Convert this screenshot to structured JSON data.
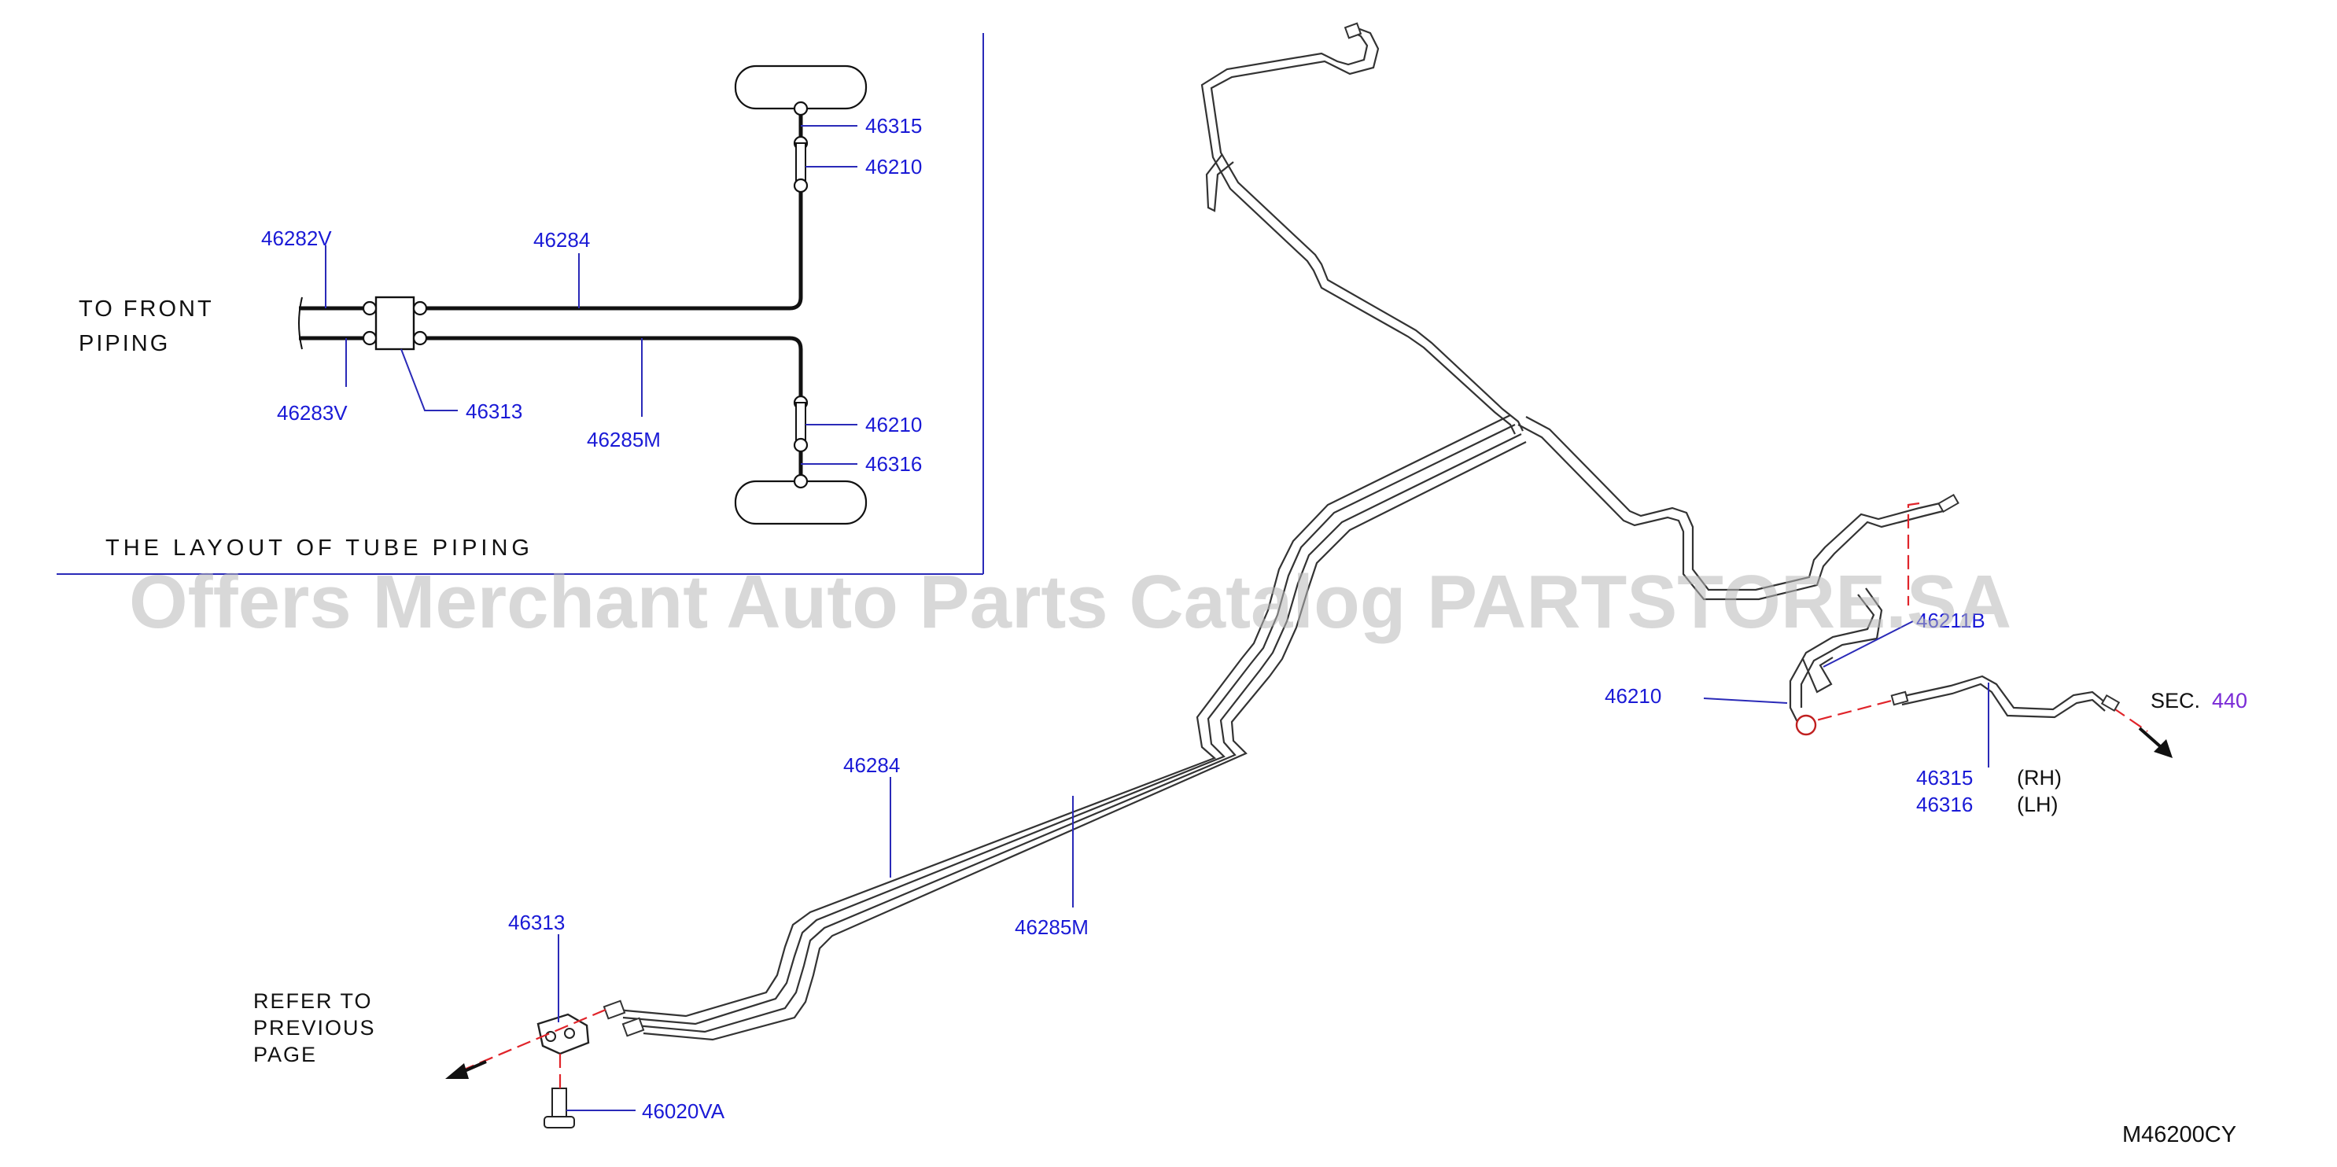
{
  "inset": {
    "title": "THE LAYOUT OF TUBE PIPING",
    "to_front_line1": "TO FRONT",
    "to_front_line2": "PIPING",
    "labels": {
      "p46315": "46315",
      "p46210_top": "46210",
      "p46282V": "46282V",
      "p46284": "46284",
      "p46283V": "46283V",
      "p46313": "46313",
      "p46285M": "46285M",
      "p46210_bot": "46210",
      "p46316": "46316"
    }
  },
  "main": {
    "labels": {
      "p46284": "46284",
      "p46285M": "46285M",
      "p46313": "46313",
      "p46020VA": "46020VA",
      "p46210": "46210",
      "p46211": "46211B",
      "p46315": "46315",
      "p46316": "46316",
      "rh": "(RH)",
      "lh": "(LH)",
      "sec_label": "SEC.",
      "sec_num": "440"
    },
    "refer_line1": "REFER TO",
    "refer_line2": "PREVIOUS",
    "refer_line3": "PAGE"
  },
  "diagram_code": "M46200CY",
  "watermark": "Offers Merchant Auto Parts Catalog PARTSTORE.SA",
  "colors": {
    "part_number": "#1a1ad6",
    "section_number": "#7a2ad6",
    "red_dashed": "#e0242a",
    "watermark": "#b8b8b8"
  }
}
